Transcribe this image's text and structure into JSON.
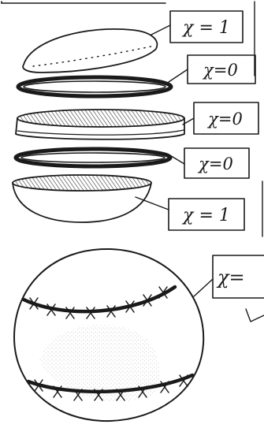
{
  "labels": [
    {
      "id": "label-top-cap",
      "text": "χ = 1"
    },
    {
      "id": "label-ring-1",
      "text": "χ=0"
    },
    {
      "id": "label-band",
      "text": "χ=0"
    },
    {
      "id": "label-ring-2",
      "text": "χ=0"
    },
    {
      "id": "label-bowl",
      "text": "χ = 1"
    },
    {
      "id": "label-ball",
      "text": "χ="
    }
  ],
  "colors": {
    "ink": "#1a1a1a",
    "paper": "#ffffff",
    "hatch": "#555555",
    "stipple": "#9a9a9a"
  }
}
